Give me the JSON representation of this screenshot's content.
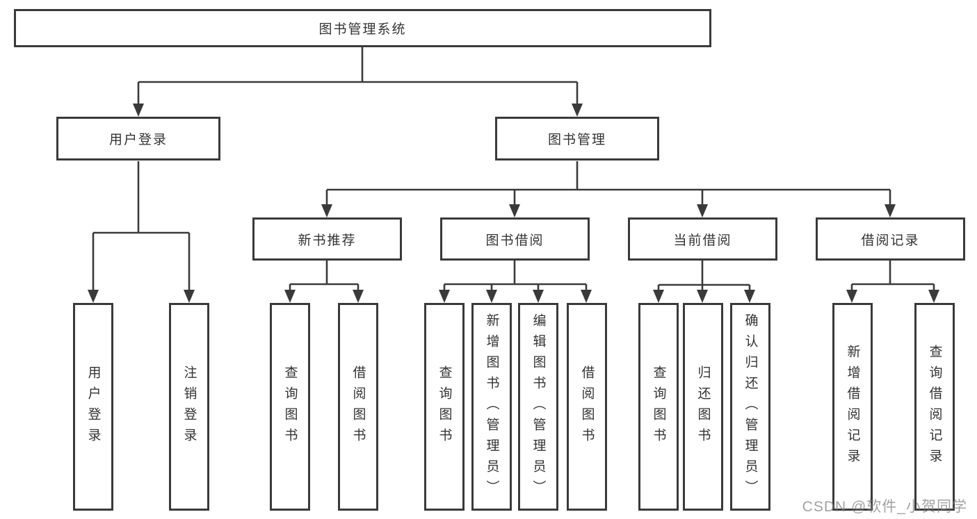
{
  "nodes": {
    "root": "图书管理系统",
    "user_login": "用户登录",
    "book_mgmt": "图书管理",
    "new_book_rec": "新书推荐",
    "book_borrow": "图书借阅",
    "current_borrow": "当前借阅",
    "borrow_records": "借阅记录",
    "leaf_user_login": "用户登录",
    "leaf_logout": "注销登录",
    "leaf_rec_query_books": "查询图书",
    "leaf_rec_borrow_books": "借阅图书",
    "leaf_bb_query_books": "查询图书",
    "leaf_bb_add_books_admin": "新增图书（管理员）",
    "leaf_bb_edit_books_admin": "编辑图书（管理员）",
    "leaf_bb_borrow_books": "借阅图书",
    "leaf_cb_query_books": "查询图书",
    "leaf_cb_return_books": "归还图书",
    "leaf_cb_confirm_return_admin": "确认归还（管理员）",
    "leaf_br_add_record": "新增借阅记录",
    "leaf_br_query_record": "查询借阅记录"
  },
  "watermark": "CSDN @软件_小贺同学",
  "colors": {
    "line": "#3a3a3a",
    "box_border": "#3a3a3a",
    "text": "#333333",
    "background": "#ffffff",
    "watermark_text": "#7d7d7d"
  }
}
